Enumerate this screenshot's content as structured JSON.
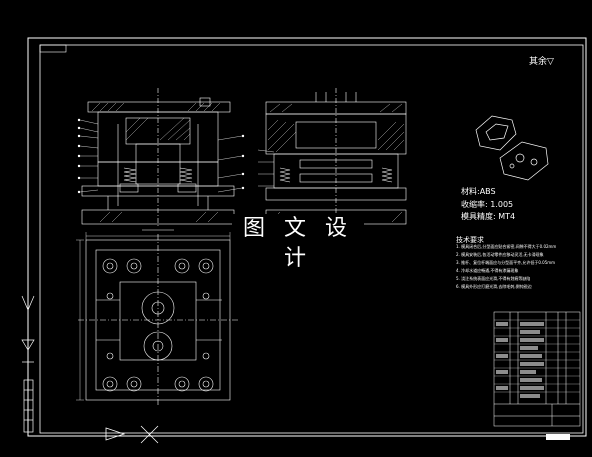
{
  "watermark": "图 文 设 计",
  "corner_note": "其余▽",
  "specs": {
    "material": "材料:ABS",
    "shrinkage": "收缩率: 1.005",
    "precision": "模具精度: MT4"
  },
  "notes": {
    "title": "技术要求",
    "items": [
      "1. 模具闭合后,分型面应贴合紧密,间隙不得大于0.02mm",
      "2. 模具安装后,各活动零件应移动灵活,无卡滞现象",
      "3. 推杆、复位杆端面应与分型面平齐,允许低于0.05mm",
      "4. 冷却水道应畅通,不得有渗漏现象",
      "5. 浇注系统表面应光滑,不得有划痕等缺陷",
      "6. 模具外形应打磨光滑,去除毛刺,倒钝锐边"
    ]
  },
  "colors": {
    "background": "#000000",
    "line": "#ffffff"
  }
}
